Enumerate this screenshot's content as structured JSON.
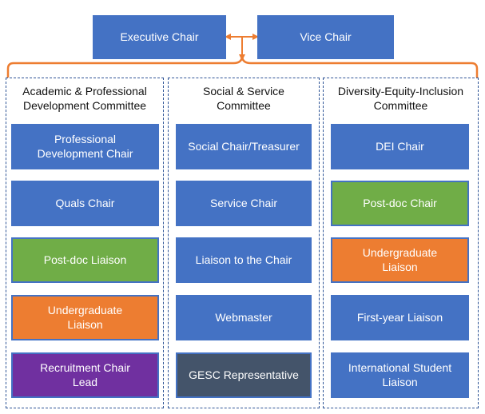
{
  "leaders": {
    "executive_chair": "Executive Chair",
    "vice_chair": "Vice Chair"
  },
  "committees": [
    {
      "title_line1": "Academic & Professional",
      "title_line2": "Development Committee",
      "roles": [
        {
          "line1": "Professional",
          "line2": "Development Chair",
          "color": "#4472c4"
        },
        {
          "line1": "Quals Chair",
          "line2": "",
          "color": "#4472c4"
        },
        {
          "line1": "Post-doc Liaison",
          "line2": "",
          "color": "#70ad47"
        },
        {
          "line1": "Undergraduate",
          "line2": "Liaison",
          "color": "#ed7d31"
        },
        {
          "line1": "Recruitment Chair",
          "line2": "Lead",
          "color": "#7030a0"
        }
      ]
    },
    {
      "title_line1": "Social & Service",
      "title_line2": "Committee",
      "roles": [
        {
          "line1": "Social Chair/Treasurer",
          "line2": "",
          "color": "#4472c4"
        },
        {
          "line1": "Service Chair",
          "line2": "",
          "color": "#4472c4"
        },
        {
          "line1": "Liaison to the Chair",
          "line2": "",
          "color": "#4472c4"
        },
        {
          "line1": "Webmaster",
          "line2": "",
          "color": "#4472c4"
        },
        {
          "line1": "GESC Representative",
          "line2": "",
          "color": "#44546a"
        }
      ]
    },
    {
      "title_line1": "Diversity-Equity-Inclusion",
      "title_line2": "Committee",
      "roles": [
        {
          "line1": "DEI Chair",
          "line2": "",
          "color": "#4472c4"
        },
        {
          "line1": "Post-doc Chair",
          "line2": "",
          "color": "#70ad47"
        },
        {
          "line1": "Undergraduate",
          "line2": "Liaison",
          "color": "#ed7d31"
        },
        {
          "line1": "First-year Liaison",
          "line2": "",
          "color": "#4472c4"
        },
        {
          "line1": "International Student",
          "line2": "Liaison",
          "color": "#4472c4"
        }
      ]
    }
  ],
  "colors": {
    "role_blue": "#4472c4",
    "connector_orange": "#ed7d31",
    "column_border": "#2f5597"
  }
}
